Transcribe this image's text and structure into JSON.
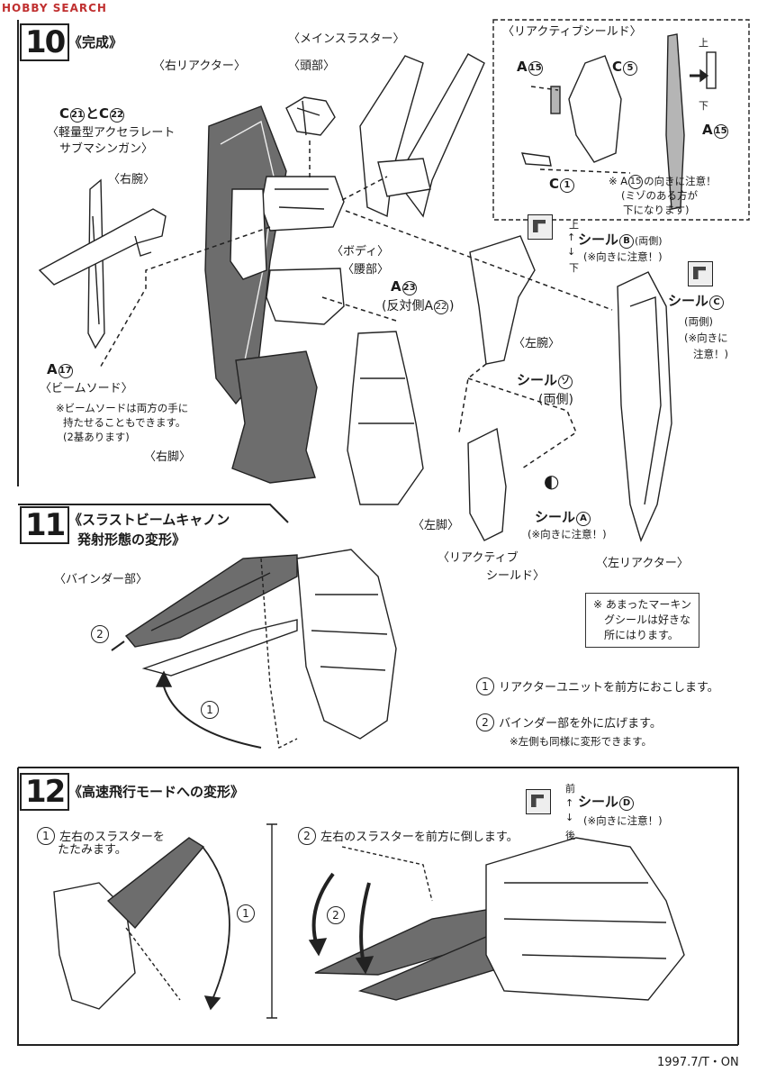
{
  "watermark": "HOBBY SEARCH",
  "step10": {
    "number": "10",
    "title": "《完成》",
    "labels": {
      "right_reactor": "〈右リアクター〉",
      "head": "〈頭部〉",
      "main_thruster": "〈メインスラスター〉",
      "reactive_shield_top": "〈リアクティブシールド〉",
      "c21_c22": "とC",
      "c21": "21",
      "c22": "22",
      "c_letter": "C",
      "smg_line1": "〈軽量型アクセラレート",
      "smg_line2": "サブマシンガン〉",
      "right_arm": "〈右腕〉",
      "body": "〈ボディ〉",
      "waist": "〈腰部〉",
      "a23_letter": "A",
      "a23": "23",
      "opposite_a22": "(反対側A",
      "a22": "22",
      "opposite_close": ")",
      "left_arm": "〈左腕〉",
      "a17_letter": "A",
      "a17": "17",
      "beam_sword": "〈ビームソード〉",
      "beam_note_1": "※ビームソードは両方の手に",
      "beam_note_2": "持たせることもできます。",
      "beam_note_3": "(2基あります)",
      "right_leg": "〈右脚〉",
      "left_leg": "〈左脚〉",
      "reactive_shield_1": "〈リアクティブ",
      "reactive_shield_2": "シールド〉",
      "left_reactor": "〈左リアクター〉",
      "seal_b": "シール",
      "seal_b_mark": "B",
      "seal_b_both": "(両側)",
      "seal_b_note": "(※向きに注意！)",
      "up": "上",
      "down": "下",
      "seal_c": "シール",
      "seal_c_mark": "C",
      "seal_c_both": "(両側)",
      "seal_c_note1": "(※向きに",
      "seal_c_note2": "注意！)",
      "seal_so": "シール",
      "seal_so_mark": "ソ",
      "seal_so_both": "(両側)",
      "seal_a": "シール",
      "seal_a_mark": "A",
      "seal_a_note": "(※向きに注意！)"
    },
    "inset": {
      "a15_letter": "A",
      "a15": "15",
      "c5_letter": "C",
      "c5": "5",
      "c1_letter": "C",
      "c1": "1",
      "a15b_letter": "A",
      "a15b": "15",
      "up": "上",
      "down": "下",
      "note1": "※ A",
      "note1_num": "15",
      "note1_end": "の向きに注意！",
      "note2": "(ミゾのある方が",
      "note3": "下になります)"
    }
  },
  "step11": {
    "number": "11",
    "title_line1": "《スラストビームキャノン",
    "title_line2": "発射形態の変形》",
    "binder": "〈バインダー部〉",
    "step1": "1",
    "step2": "2",
    "extra_note_1": "※ あまったマーキン",
    "extra_note_2": "グシールは好きな",
    "extra_note_3": "所にはります。",
    "instr1": "リアクターユニットを前方におこします。",
    "instr2": "バインダー部を外に広げます。",
    "instr_note": "※左側も同様に変形できます。"
  },
  "step12": {
    "number": "12",
    "title": "《高速飛行モードへの変形》",
    "front": "前",
    "back": "後",
    "seal_d": "シール",
    "seal_d_mark": "D",
    "seal_d_note": "(※向きに注意！)",
    "instr1_line1": "左右のスラスターを",
    "instr1_line2": "たたみます。",
    "instr2": "左右のスラスターを前方に倒します。",
    "step1": "1",
    "step2": "2"
  },
  "footer": "1997.7/T・ON",
  "colors": {
    "line": "#222222",
    "shade": "#6d6d6d",
    "light_shade": "#b5b5b5",
    "watermark": "#c03030"
  }
}
